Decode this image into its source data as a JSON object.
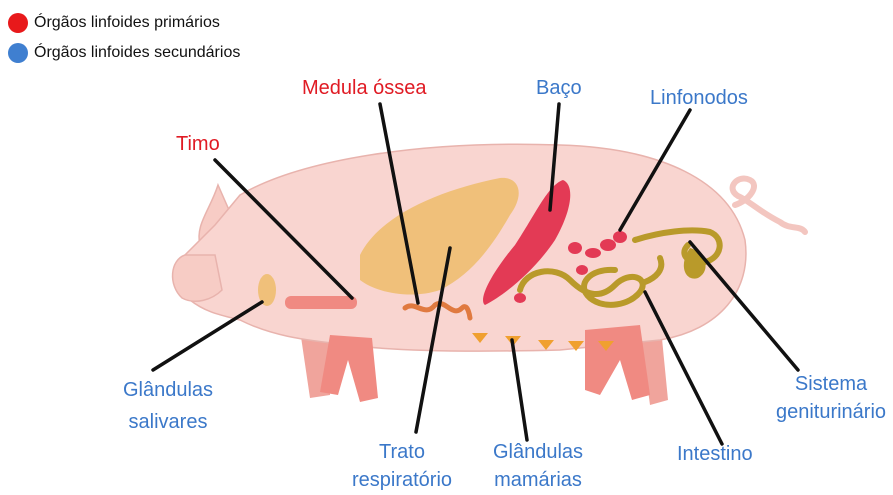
{
  "legend": {
    "primary": {
      "label": "Órgãos linfoides primários",
      "color": "#e8191b"
    },
    "secondary": {
      "label": "Órgãos linfoides secundários",
      "color": "#3f7fd0"
    }
  },
  "labels": {
    "medula": "Medula óssea",
    "baco": "Baço",
    "linfonodos": "Linfonodos",
    "timo": "Timo",
    "glandulas_salivares_1": "Glândulas",
    "glandulas_salivares_2": "salivares",
    "trato_1": "Trato",
    "trato_2": "respiratório",
    "mamarias_1": "Glândulas",
    "mamarias_2": "mamárias",
    "intestino": "Intestino",
    "sistema_1": "Sistema",
    "sistema_2": "geniturinário"
  },
  "colors": {
    "body": "#f9d5d0",
    "body_outline": "#e8b3ad",
    "legs": "#f08a82",
    "lung": "#f0c07a",
    "organ_red": "#e33a55",
    "gut": "#b99a2a",
    "gland": "#f0a030",
    "pointer": "#111111"
  }
}
